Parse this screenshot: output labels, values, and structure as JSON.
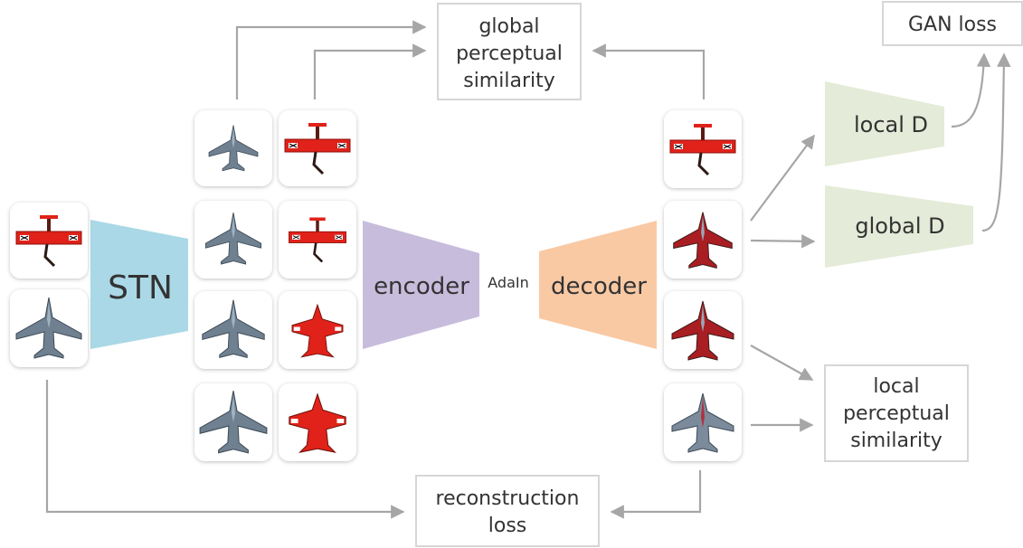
{
  "boxes": {
    "global_perceptual": [
      "global",
      "perceptual",
      "similarity"
    ],
    "gan_loss": "GAN loss",
    "local_perceptual": [
      "local",
      "perceptual",
      "similarity"
    ],
    "reconstruction": [
      "reconstruction",
      "loss"
    ]
  },
  "modules": {
    "stn": "STN",
    "encoder": "encoder",
    "adain": "AdaIn",
    "decoder": "decoder",
    "local_d": "local D",
    "global_d": "global D"
  },
  "colors": {
    "stn": "#aad8e6",
    "encoder": "#c8bcdc",
    "decoder": "#f9c9a4",
    "discriminator": "#e4ebd8",
    "arrow": "#a6a6a6",
    "plane_gray": "#6f8090",
    "plane_red": "#e0221a"
  }
}
